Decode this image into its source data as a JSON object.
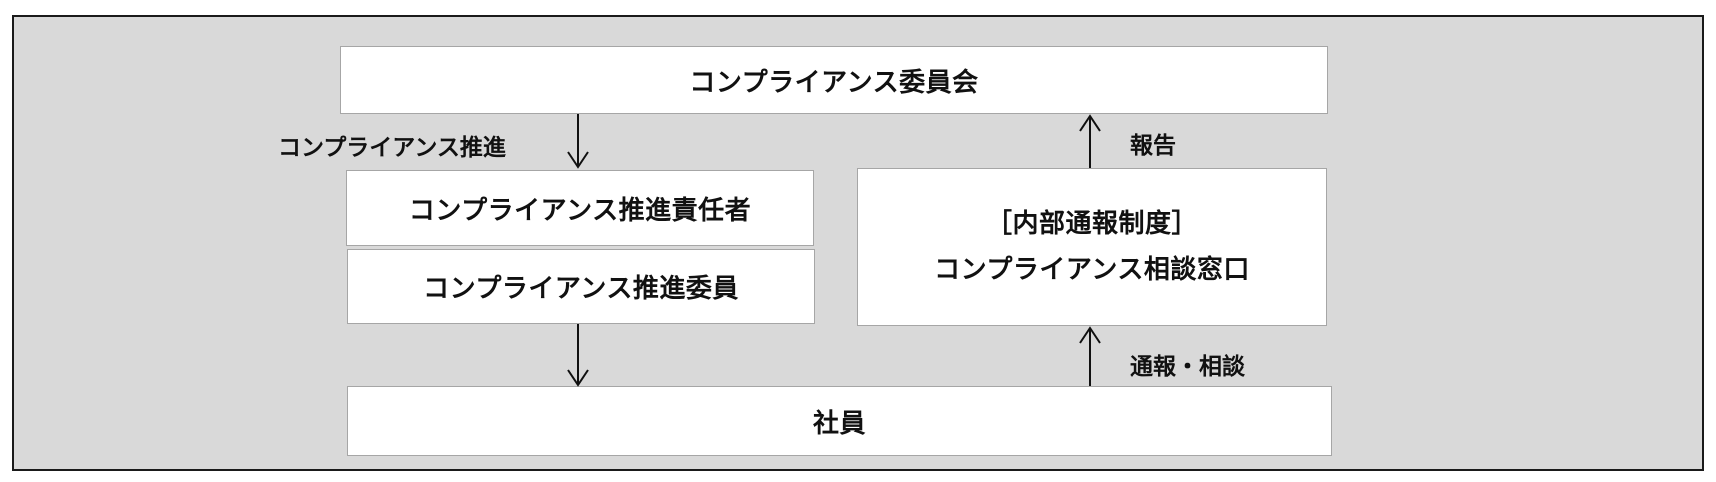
{
  "diagram": {
    "committee": "コンプライアンス委員会",
    "promotion_label": "コンプライアンス推進",
    "promotion_manager": "コンプライアンス推進責任者",
    "promotion_member": "コンプライアンス推進委員",
    "hotline_line1": "［内部通報制度］",
    "hotline_line2": "コンプライアンス相談窓口",
    "report_label": "報告",
    "whistleblow_label": "通報・相談",
    "employees": "社員"
  }
}
